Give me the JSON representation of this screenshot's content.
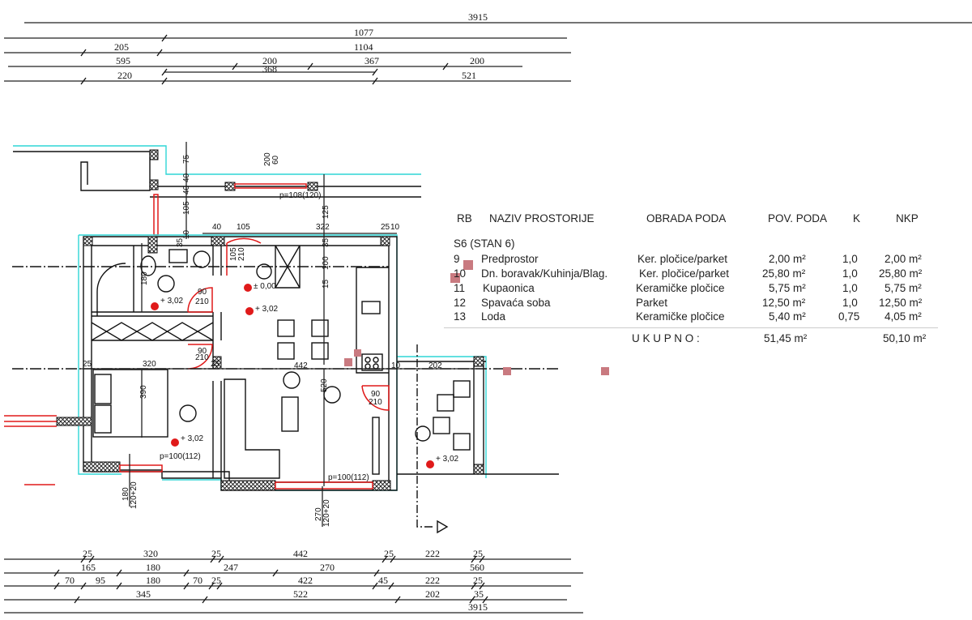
{
  "title_dims": {
    "top": [
      "3915",
      "1077",
      "205",
      "1104",
      "595",
      "200",
      "367",
      "200",
      "368",
      "220",
      "521"
    ],
    "bottom": [
      "25",
      "320",
      "25",
      "442",
      "25",
      "222",
      "25",
      "165",
      "180",
      "247",
      "270",
      "560",
      "70",
      "95",
      "180",
      "70",
      "25",
      "422",
      "45",
      "222",
      "25",
      "345",
      "522",
      "202",
      "35",
      "3915"
    ]
  },
  "plan": {
    "dims_vertical": [
      "75",
      "40",
      "40",
      "105",
      "10",
      "35",
      "200",
      "60",
      "125",
      "35",
      "100",
      "15",
      "180",
      "390",
      "520",
      "180",
      "120+20",
      "270",
      "120+20",
      "105",
      "210"
    ],
    "dims_horizontal": [
      "40",
      "105",
      "322",
      "25",
      "10",
      "25",
      "320",
      "25",
      "442",
      "202",
      "10"
    ],
    "windows": [
      "p=108(120)",
      "p=100(112)",
      "p=100(112)"
    ],
    "doors": [
      {
        "w": "90",
        "h": "210"
      },
      {
        "w": "90",
        "h": "210"
      },
      {
        "w": "90",
        "h": "210"
      }
    ],
    "levels": [
      "± 0,00",
      "+ 3,02",
      "+ 3,02",
      "+ 3,02",
      "+ 3,02"
    ]
  },
  "table": {
    "headers": [
      "RB",
      "NAZIV PROSTORIJE",
      "OBRADA PODA",
      "POV. PODA",
      "K",
      "NKP"
    ],
    "group": "S6 (STAN 6)",
    "rows": [
      {
        "rb": "9",
        "name": "Predprostor",
        "floor": "Ker. pločice/parket",
        "area": "2,00 m²",
        "k": "1,0",
        "nkp": "2,00 m²"
      },
      {
        "rb": "10",
        "name": "Dn. boravak/Kuhinja/Blag.",
        "floor": "Ker. pločice/parket",
        "area": "25,80 m²",
        "k": "1,0",
        "nkp": "25,80 m²"
      },
      {
        "rb": "11",
        "name": "Kupaonica",
        "floor": "Keramičke pločice",
        "area": "5,75 m²",
        "k": "1,0",
        "nkp": "5,75 m²"
      },
      {
        "rb": "12",
        "name": "Spavaća soba",
        "floor": "Parket",
        "area": "12,50 m²",
        "k": "1,0",
        "nkp": "12,50 m²"
      },
      {
        "rb": "13",
        "name": "Loda",
        "floor": "Keramičke pločice",
        "area": "5,40 m²",
        "k": "0,75",
        "nkp": "4,05 m²"
      }
    ],
    "total_label": "U K U P N O :",
    "total_area": "51,45 m²",
    "total_nkp": "50,10 m²"
  },
  "colors": {
    "wall_outline": "#2fd6d6",
    "door_window": "#e01a1a",
    "marker": "#c97a80"
  }
}
